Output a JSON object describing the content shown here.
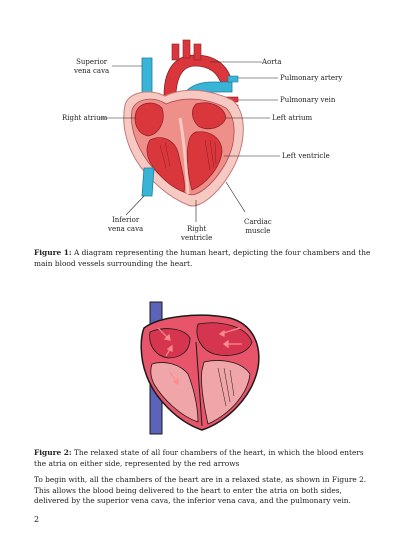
{
  "figure1": {
    "labels": {
      "superior_vena_cava": "Superior\nvena cava",
      "aorta": "Aorta",
      "pulmonary_artery": "Pulmonary artery",
      "pulmonary_vein": "Pulmonary vein",
      "right_atrium": "Right atrium",
      "left_atrium": "Left atrium",
      "left_ventricle": "Left ventricle",
      "inferior_vena_cava": "Inferior\nvena cava",
      "right_ventricle": "Right\nventricle",
      "cardiac_muscle": "Cardiac\nmuscle"
    },
    "caption_label": "Figure 1:",
    "caption_text": " A diagram representing the human heart, depicting the four chambers and the main blood vessels surrounding the heart."
  },
  "figure2": {
    "caption_label": "Figure 2:",
    "caption_text": " The relaxed state of all four chambers of the heart, in which the blood enters the atria on either side, represented by the red arrows"
  },
  "body": {
    "paragraph": "To begin with, all the chambers of the heart are in a relaxed state, as shown in Figure 2. This allows the blood being delivered to the heart to enter the atria on both sides, delivered by the superior vena cava, the inferior vena cava, and the pulmonary vein."
  },
  "page_number": "2",
  "colors": {
    "heart_red": "#d9373c",
    "heart_light": "#f08c86",
    "heart_pale": "#f6c9c2",
    "vein_blue": "#3ab4d6",
    "fig2_blue": "#5b64b8",
    "fig2_red": "#e8546a"
  }
}
